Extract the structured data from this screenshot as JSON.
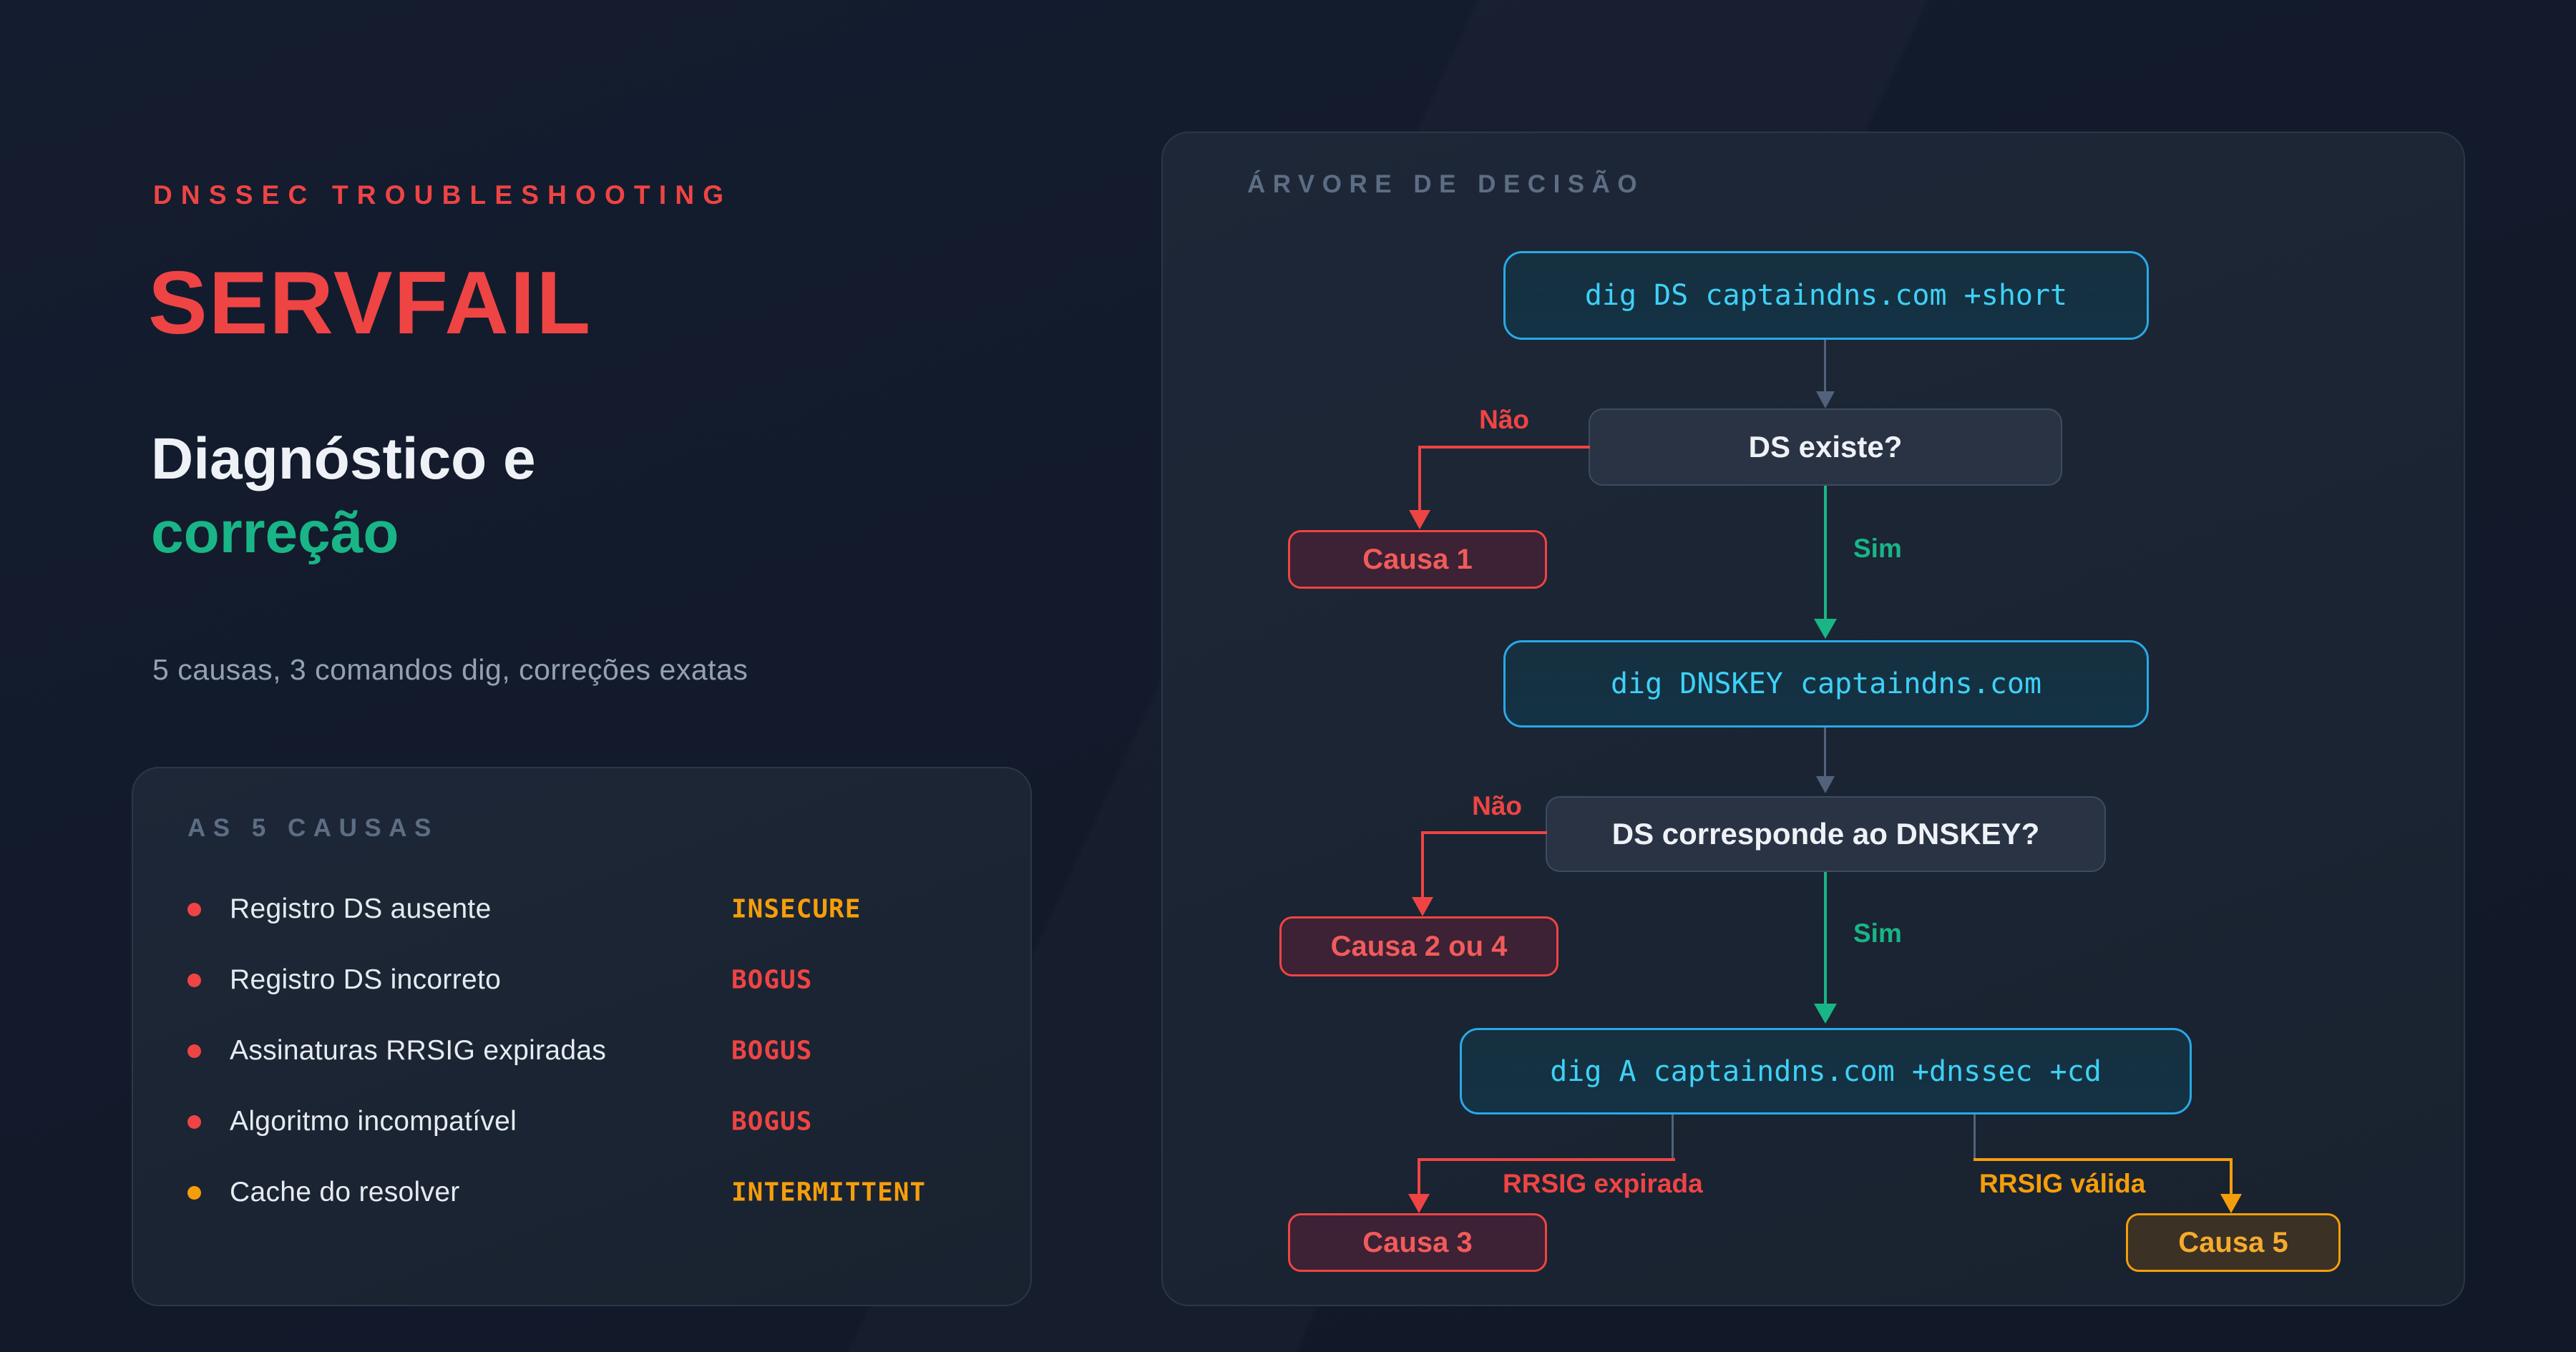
{
  "page": {
    "eyebrow": "DNSSEC TROUBLESHOOTING",
    "title": "SERVFAIL",
    "subtitle_line1": "Diagnóstico e",
    "subtitle_line2": "correção",
    "tagline": "5 causas, 3 comandos dig, correções exatas"
  },
  "colors": {
    "background": "#121a2b",
    "card": "#1b2535",
    "red": "#ef4444",
    "green": "#19b586",
    "orange": "#f59e0b",
    "cyan_border": "#29a9e6",
    "cyan_text": "#3ed1f6",
    "slate_arrow": "#52627a",
    "muted_header": "#5d6d83"
  },
  "causes": {
    "header": "AS 5 CAUSAS",
    "items": [
      {
        "label": "Registro DS ausente",
        "tag": "INSECURE",
        "tag_color": "#f59e0b",
        "bullet_color": "#ef4444"
      },
      {
        "label": "Registro DS incorreto",
        "tag": "BOGUS",
        "tag_color": "#ef4444",
        "bullet_color": "#ef4444"
      },
      {
        "label": "Assinaturas RRSIG expiradas",
        "tag": "BOGUS",
        "tag_color": "#ef4444",
        "bullet_color": "#ef4444"
      },
      {
        "label": "Algoritmo incompatível",
        "tag": "BOGUS",
        "tag_color": "#ef4444",
        "bullet_color": "#ef4444"
      },
      {
        "label": "Cache do resolver",
        "tag": "INTERMITTENT",
        "tag_color": "#f59e0b",
        "bullet_color": "#f59e0b"
      }
    ]
  },
  "tree": {
    "header": "ÁRVORE DE DECISÃO",
    "commands": {
      "cmd1": "dig DS captaindns.com +short",
      "cmd2": "dig DNSKEY captaindns.com",
      "cmd3": "dig A captaindns.com +dnssec +cd"
    },
    "questions": {
      "q1": "DS existe?",
      "q2": "DS corresponde ao DNSKEY?"
    },
    "labels": {
      "no1": "Não",
      "yes1": "Sim",
      "no2": "Não",
      "yes2": "Sim",
      "rrsig_expired": "RRSIG expirada",
      "rrsig_valid": "RRSIG válida"
    },
    "cause_nodes": {
      "c1": "Causa 1",
      "c24": "Causa 2 ou 4",
      "c3": "Causa 3",
      "c5": "Causa 5"
    }
  }
}
